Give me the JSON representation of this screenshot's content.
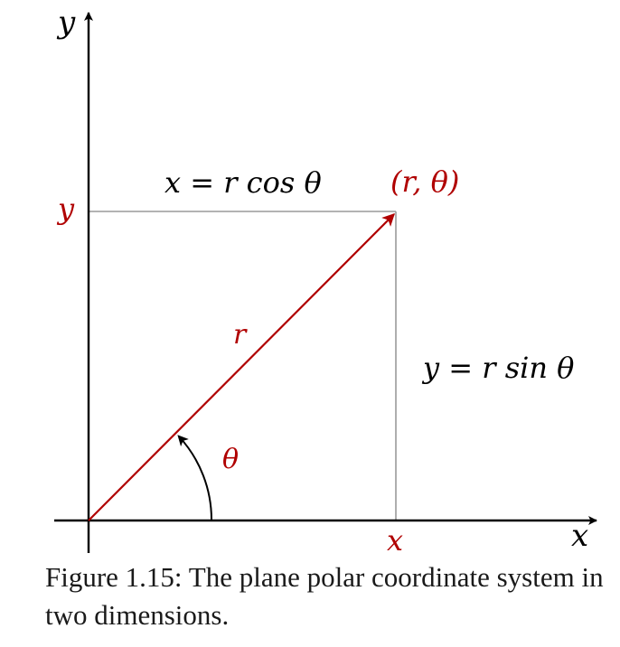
{
  "diagram": {
    "axis_x_label": "x",
    "axis_y_label": "y",
    "tick_x_label": "x",
    "tick_y_label": "y",
    "point_label": "(r, θ)",
    "vector_label": "r",
    "angle_label": "θ",
    "x_equation": "x = r cos θ",
    "y_equation": "y = r sin θ"
  },
  "caption": {
    "prefix": "Figure 1.15:",
    "text": "The plane polar coordinate system in two dimensions."
  },
  "colors": {
    "accent": "#b00000",
    "axis": "#000000",
    "guide": "#9a9a9a",
    "text": "#1a1a1a"
  }
}
